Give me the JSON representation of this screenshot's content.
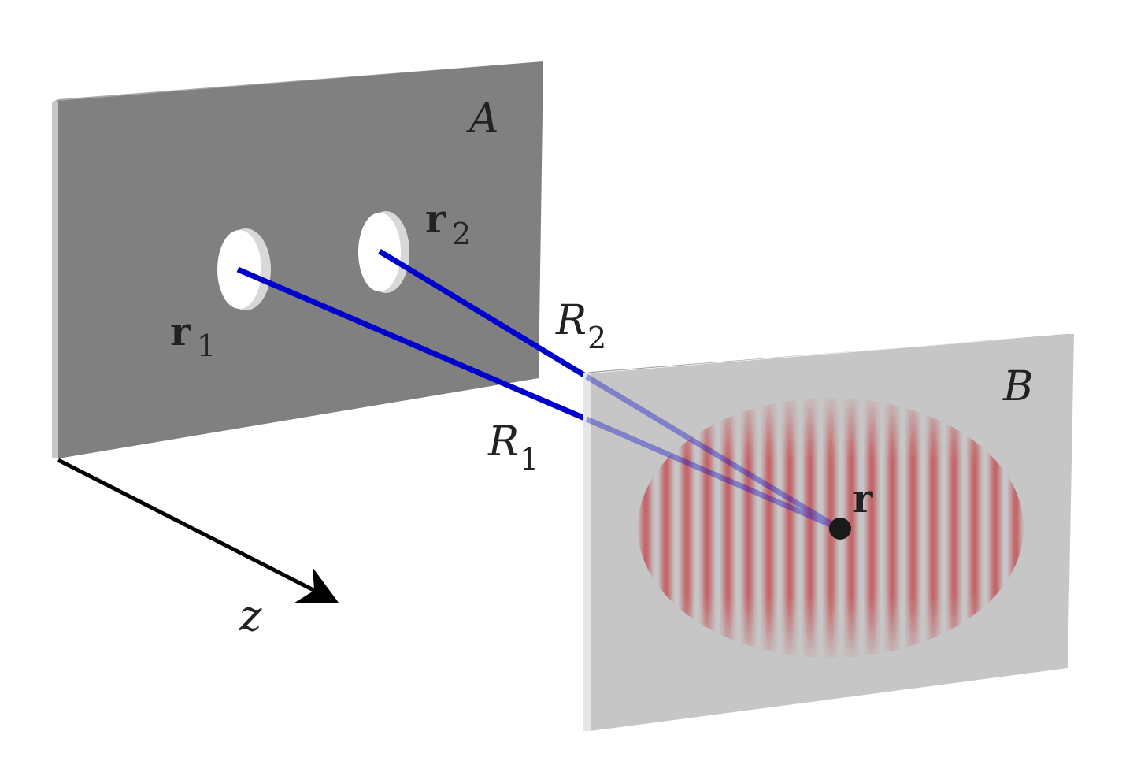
{
  "screens": {
    "A": {
      "label": "A",
      "color": "#808080",
      "edge_color": "#c8c8c8"
    },
    "B": {
      "label": "B",
      "color": "#c6c6c6",
      "edge_color": "#e6e6e6"
    }
  },
  "apertures": [
    {
      "symbol": "r",
      "subscript": "1"
    },
    {
      "symbol": "r",
      "subscript": "2"
    }
  ],
  "paths": [
    {
      "symbol": "R",
      "subscript": "1"
    },
    {
      "symbol": "R",
      "subscript": "2"
    }
  ],
  "observation_point": {
    "symbol": "r"
  },
  "axis": {
    "label": "z"
  },
  "colors": {
    "ray": "#0000cc",
    "fringe": "#c0282c",
    "point": "#1a1a1a",
    "axis": "#000000"
  },
  "fringes": {
    "count": 19
  }
}
